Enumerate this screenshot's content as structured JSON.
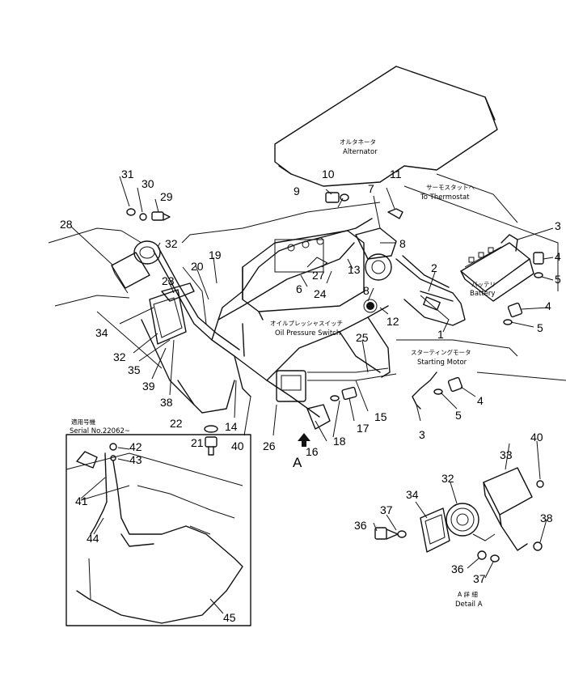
{
  "callouts": [
    "1",
    "2",
    "3",
    "4",
    "5",
    "6",
    "7",
    "8",
    "9",
    "10",
    "11",
    "12",
    "13",
    "14",
    "15",
    "16",
    "17",
    "18",
    "19",
    "20",
    "21",
    "22",
    "23",
    "24",
    "25",
    "26",
    "27",
    "28",
    "29",
    "30",
    "31",
    "32",
    "33",
    "34",
    "35",
    "36",
    "37",
    "38",
    "39",
    "40",
    "41",
    "42",
    "43",
    "44",
    "45"
  ],
  "captions": {
    "alternator_jp": "オルタネータ",
    "alternator_en": "Alternator",
    "thermostat_jp": "サーモスタットへ",
    "thermostat_en": "To Thermostat",
    "battery_jp": "バッテリ",
    "battery_en": "Battery",
    "oil_switch_jp": "オイルプレッシャスイッチ",
    "oil_switch_en": "Oil Pressure Switch",
    "starting_motor_jp": "スターティングモータ",
    "starting_motor_en": "Starting Motor",
    "serial_jp": "適用号機",
    "serial_en": "Serial No.22062~",
    "detail_jp": "A 詳 細",
    "detail_en": "Detail A",
    "view_arrow": "A"
  }
}
